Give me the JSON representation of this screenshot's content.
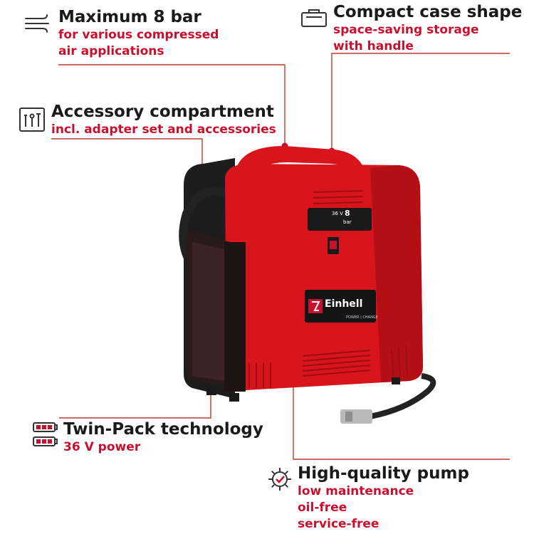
{
  "features": {
    "pressure": {
      "title": "Maximum 8 bar",
      "lines": [
        "for various compressed",
        "air applications"
      ],
      "icon": "air-flow-icon"
    },
    "case": {
      "title": "Compact case shape",
      "lines": [
        "space-saving storage",
        "with handle"
      ],
      "icon": "case-icon"
    },
    "accessory": {
      "title": "Accessory compartment",
      "lines": [
        "incl. adapter set and accessories"
      ],
      "icon": "accessory-set-icon"
    },
    "battery": {
      "title": "Twin-Pack technology",
      "lines": [
        "36 V power"
      ],
      "icon": "battery-icon"
    },
    "pump": {
      "title": "High-quality pump",
      "lines": [
        "low maintenance",
        "oil-free",
        "service-free"
      ],
      "icon": "gear-check-icon"
    }
  },
  "product": {
    "brand": "Einhell",
    "panel_label": "POWER | CHANGE",
    "bar_value": "8",
    "bar_unit": "bar",
    "voltage": "36 V",
    "colors": {
      "body": "#d8141c",
      "dark": "#1d1d1d",
      "accent": "#c8102e"
    }
  }
}
